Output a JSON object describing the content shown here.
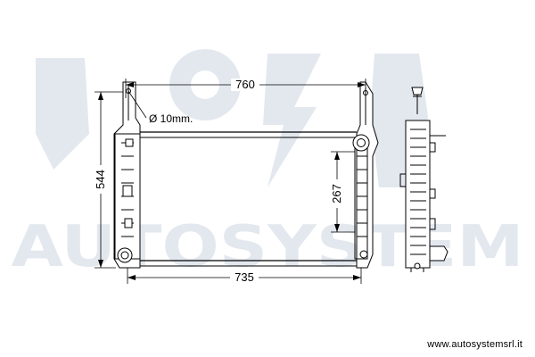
{
  "watermark": {
    "brand": "AUTOSYSTEM",
    "color": "#e3e8ef"
  },
  "dimensions": {
    "top_width": "760",
    "bottom_width": "735",
    "overall_height": "544",
    "core_height": "267",
    "hole_note": "Ø 10mm."
  },
  "footer": {
    "website": "www.autosystemsrl.it"
  },
  "colors": {
    "line": "#000000",
    "background": "#ffffff"
  }
}
